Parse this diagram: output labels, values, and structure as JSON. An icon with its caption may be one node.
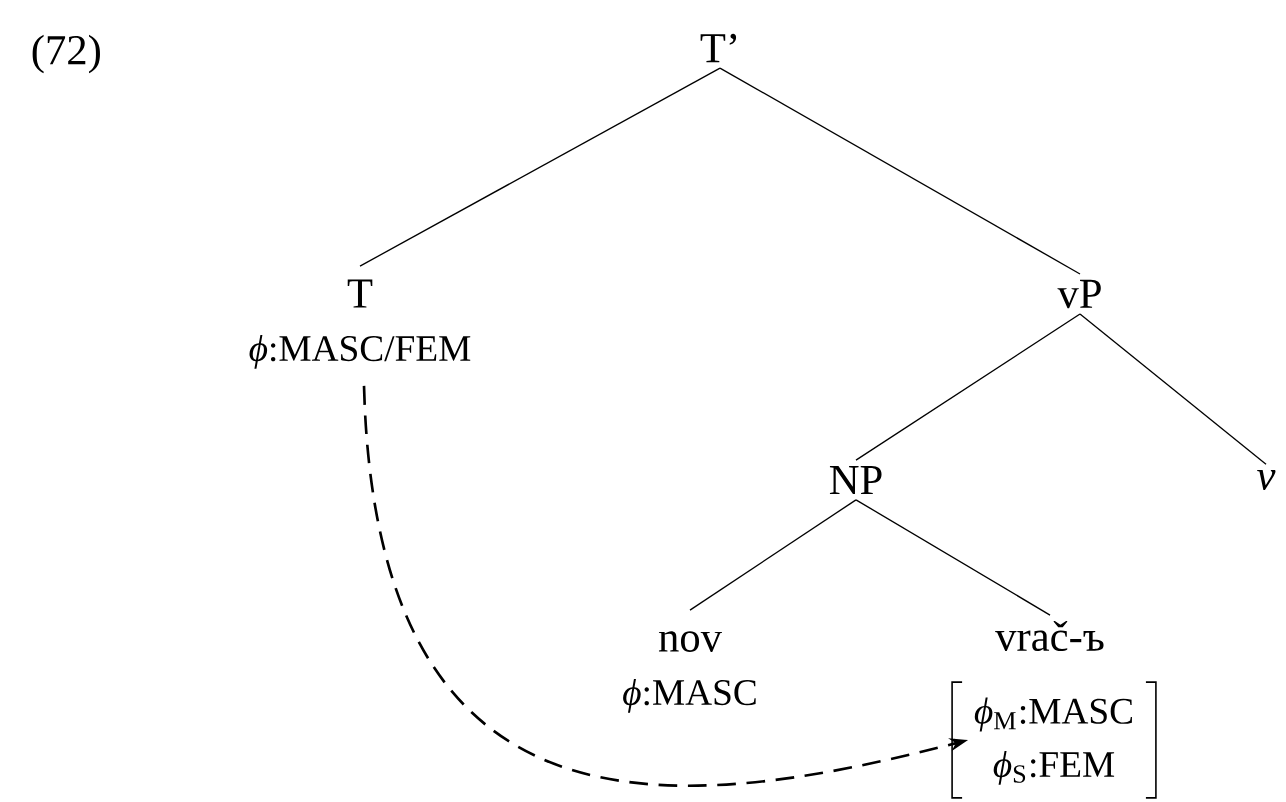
{
  "diagram": {
    "nodes": [
      {
        "text": [
          "T’"
        ]
      },
      {
        "text": [
          "T",
          "*ϕ*:MASC/FEM"
        ]
      },
      {
        "text": [
          "vP"
        ]
      },
      {
        "text": [
          "NP"
        ]
      },
      {
        "text": [
          "v"
        ]
      },
      {
        "text": [
          "nov",
          "*ϕ*:MASC"
        ]
      },
      {
        "text": [
          "vrač-ъ"
        ]
      },
      {
        "text": [
          "*ϕ*$_{M}$:MASC",
          "*ϕ*$_{S}$:FEM"
        ]
      }
    ],
    "edges": [
      {
        "from": 0,
        "to": 1,
        "arrow": "none"
      },
      {
        "from": 0,
        "to": 2,
        "arrow": "none"
      },
      {
        "from": 2,
        "to": 3,
        "arrow": "none"
      },
      {
        "from": 2,
        "to": 4,
        "arrow": "none"
      },
      {
        "from": 3,
        "to": 5,
        "arrow": "none"
      },
      {
        "from": 3,
        "to": 6,
        "arrow": "none"
      },
      {
        "from": 1,
        "to": 7,
        "arrow": "to",
        "style": "dashed"
      }
    ],
    "labels": [
      "(72)"
    ]
  }
}
